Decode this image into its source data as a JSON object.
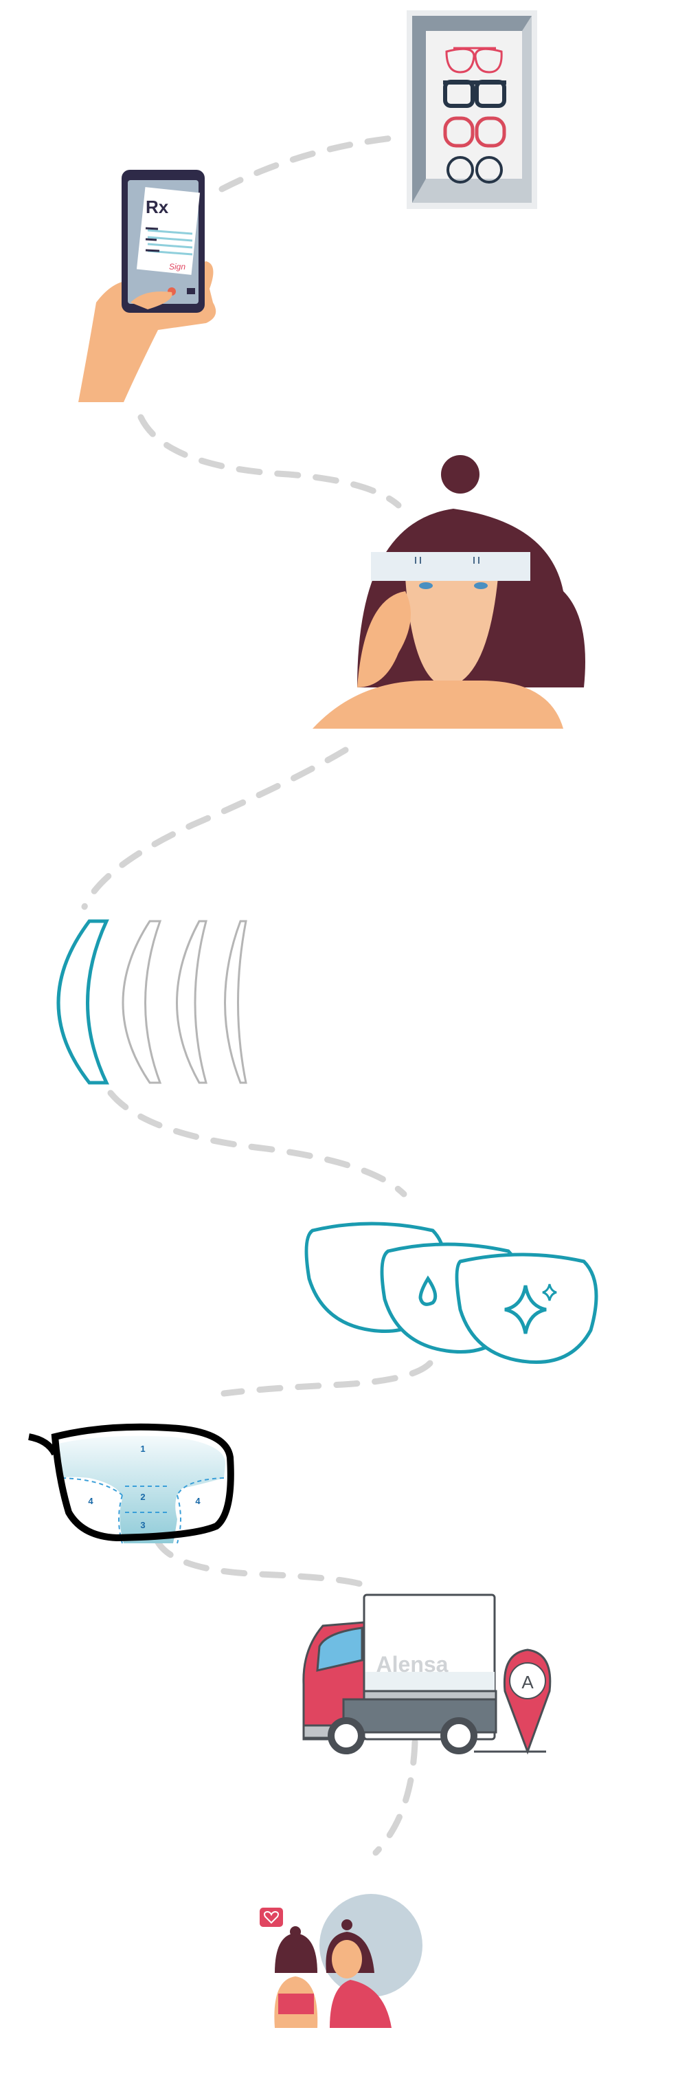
{
  "prescription": {
    "rx_label": "Rx",
    "signature": "Sign"
  },
  "lens_zones": {
    "zone1": "1",
    "zone2": "2",
    "zone3": "3",
    "zone4_left": "4",
    "zone4_right": "4"
  },
  "truck": {
    "brand": "Alensa"
  },
  "location_pin": {
    "label": "A"
  },
  "colors": {
    "accent_teal": "#1a9bb0",
    "accent_red": "#e04560",
    "dash_gray": "#d4d4d4",
    "skin": "#f5b583",
    "navy": "#2e2a48"
  }
}
